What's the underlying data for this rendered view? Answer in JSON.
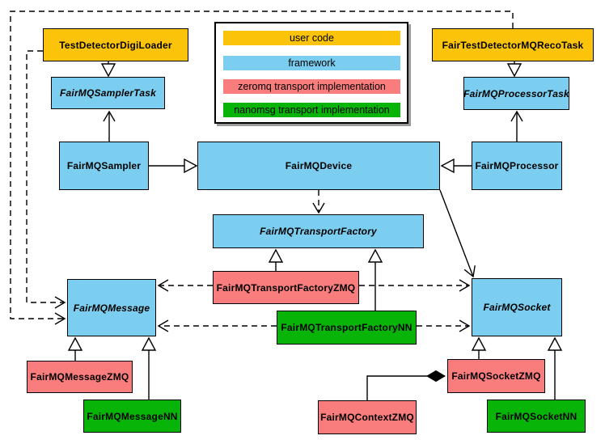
{
  "colors": {
    "user_code": "#FCC30B",
    "framework": "#7BCEF0",
    "zeromq": "#F97D7D",
    "nanomsg": "#08B408",
    "line": "#000000",
    "background": "#FFFFFF"
  },
  "legend": {
    "items": [
      {
        "label": "user code",
        "color": "#FCC30B"
      },
      {
        "label": "framework",
        "color": "#7BCEF0"
      },
      {
        "label": "zeromq transport implementation",
        "color": "#F97D7D"
      },
      {
        "label": "nanomsg transport implementation",
        "color": "#08B408"
      }
    ]
  },
  "nodes": [
    {
      "id": "TestDetectorDigiLoader",
      "label": "TestDetectorDigiLoader",
      "category": "user code",
      "abstract": false
    },
    {
      "id": "FairTestDetectorMQRecoTask",
      "label": "FairTestDetectorMQRecoTask",
      "category": "user code",
      "abstract": false
    },
    {
      "id": "FairMQSamplerTask",
      "label": "FairMQSamplerTask",
      "category": "framework",
      "abstract": true
    },
    {
      "id": "FairMQProcessorTask",
      "label": "FairMQProcessorTask",
      "category": "framework",
      "abstract": true
    },
    {
      "id": "FairMQSampler",
      "label": "FairMQSampler",
      "category": "framework",
      "abstract": false
    },
    {
      "id": "FairMQDevice",
      "label": "FairMQDevice",
      "category": "framework",
      "abstract": false
    },
    {
      "id": "FairMQProcessor",
      "label": "FairMQProcessor",
      "category": "framework",
      "abstract": false
    },
    {
      "id": "FairMQTransportFactory",
      "label": "FairMQTransportFactory",
      "category": "framework",
      "abstract": true
    },
    {
      "id": "FairMQTransportFactoryZMQ",
      "label": "FairMQTransportFactoryZMQ",
      "category": "zeromq",
      "abstract": false
    },
    {
      "id": "FairMQTransportFactoryNN",
      "label": "FairMQTransportFactoryNN",
      "category": "nanomsg",
      "abstract": false
    },
    {
      "id": "FairMQMessage",
      "label": "FairMQMessage",
      "category": "framework",
      "abstract": true
    },
    {
      "id": "FairMQSocket",
      "label": "FairMQSocket",
      "category": "framework",
      "abstract": true
    },
    {
      "id": "FairMQMessageZMQ",
      "label": "FairMQMessageZMQ",
      "category": "zeromq",
      "abstract": false
    },
    {
      "id": "FairMQMessageNN",
      "label": "FairMQMessageNN",
      "category": "nanomsg",
      "abstract": false
    },
    {
      "id": "FairMQContextZMQ",
      "label": "FairMQContextZMQ",
      "category": "zeromq",
      "abstract": false
    },
    {
      "id": "FairMQSocketZMQ",
      "label": "FairMQSocketZMQ",
      "category": "zeromq",
      "abstract": false
    },
    {
      "id": "FairMQSocketNN",
      "label": "FairMQSocketNN",
      "category": "nanomsg",
      "abstract": false
    }
  ],
  "relationships": [
    {
      "from": "TestDetectorDigiLoader",
      "to": "FairMQSamplerTask",
      "type": "inheritance"
    },
    {
      "from": "FairTestDetectorMQRecoTask",
      "to": "FairMQProcessorTask",
      "type": "inheritance"
    },
    {
      "from": "FairMQSampler",
      "to": "FairMQSamplerTask",
      "type": "association"
    },
    {
      "from": "FairMQProcessor",
      "to": "FairMQProcessorTask",
      "type": "association"
    },
    {
      "from": "FairMQSampler",
      "to": "FairMQDevice",
      "type": "inheritance"
    },
    {
      "from": "FairMQProcessor",
      "to": "FairMQDevice",
      "type": "inheritance"
    },
    {
      "from": "FairMQDevice",
      "to": "FairMQTransportFactory",
      "type": "dependency"
    },
    {
      "from": "FairMQDevice",
      "to": "FairMQSocket",
      "type": "association"
    },
    {
      "from": "FairMQTransportFactoryZMQ",
      "to": "FairMQTransportFactory",
      "type": "inheritance"
    },
    {
      "from": "FairMQTransportFactoryNN",
      "to": "FairMQTransportFactory",
      "type": "inheritance"
    },
    {
      "from": "FairMQTransportFactoryZMQ",
      "to": "FairMQMessage",
      "type": "dependency"
    },
    {
      "from": "FairMQTransportFactoryZMQ",
      "to": "FairMQSocket",
      "type": "dependency"
    },
    {
      "from": "FairMQTransportFactoryNN",
      "to": "FairMQMessage",
      "type": "dependency"
    },
    {
      "from": "FairMQTransportFactoryNN",
      "to": "FairMQSocket",
      "type": "dependency"
    },
    {
      "from": "TestDetectorDigiLoader",
      "to": "FairMQMessage",
      "type": "dependency"
    },
    {
      "from": "FairTestDetectorMQRecoTask",
      "to": "FairMQMessage",
      "type": "dependency"
    },
    {
      "from": "FairMQMessageZMQ",
      "to": "FairMQMessage",
      "type": "inheritance"
    },
    {
      "from": "FairMQMessageNN",
      "to": "FairMQMessage",
      "type": "inheritance"
    },
    {
      "from": "FairMQSocketZMQ",
      "to": "FairMQSocket",
      "type": "inheritance"
    },
    {
      "from": "FairMQSocketNN",
      "to": "FairMQSocket",
      "type": "inheritance"
    },
    {
      "from": "FairMQContextZMQ",
      "to": "FairMQSocketZMQ",
      "type": "composition"
    }
  ]
}
